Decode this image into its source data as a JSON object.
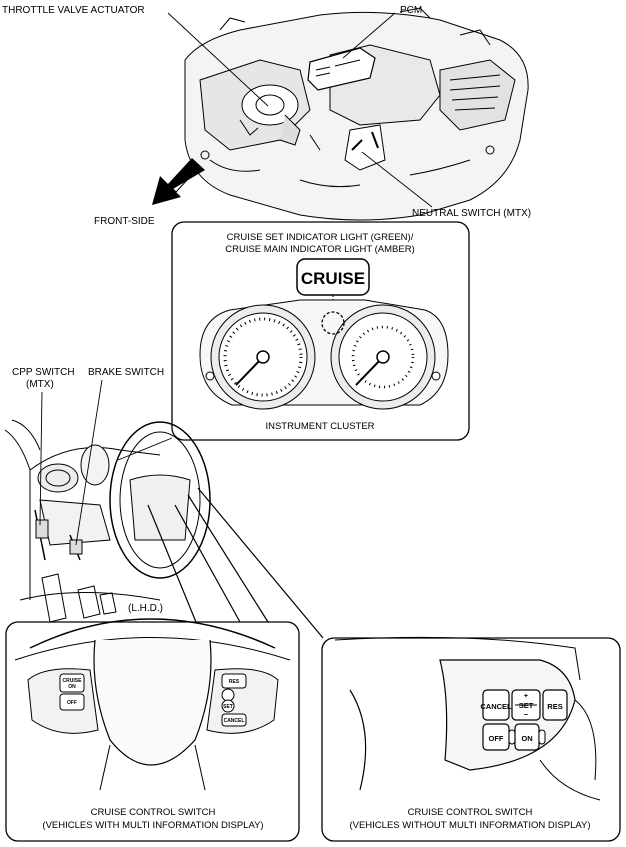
{
  "labels": {
    "throttle_valve_actuator": "THROTTLE VALVE ACTUATOR",
    "pcm": "PCM",
    "front_side": "FRONT-SIDE",
    "neutral_switch": "NEUTRAL SWITCH (MTX)",
    "cpp_switch_line1": "CPP SWITCH",
    "cpp_switch_line2": "(MTX)",
    "brake_switch": "BRAKE SWITCH",
    "lhd": "(L.H.D.)"
  },
  "cluster_panel": {
    "indicator_line1": "CRUISE SET INDICATOR LIGHT (GREEN)/",
    "indicator_line2": "CRUISE MAIN INDICATOR LIGHT (AMBER)",
    "cruise_badge": "CRUISE",
    "caption": "INSTRUMENT CLUSTER"
  },
  "left_switch_panel": {
    "caption_line1": "CRUISE CONTROL SWITCH",
    "caption_line2": "(VEHICLES WITH MULTI INFORMATION DISPLAY)",
    "buttons": {
      "cruise_on_line1": "CRUISE",
      "cruise_on_line2": "ON",
      "off": "OFF",
      "res": "RES",
      "set": "SET",
      "cancel": "CANCEL"
    }
  },
  "right_switch_panel": {
    "caption_line1": "CRUISE CONTROL SWITCH",
    "caption_line2": "(VEHICLES WITHOUT MULTI INFORMATION DISPLAY)",
    "buttons": {
      "cancel": "CANCEL",
      "plus": "+",
      "set": "SET",
      "minus": "−",
      "res": "RES",
      "off": "OFF",
      "on": "ON"
    }
  }
}
